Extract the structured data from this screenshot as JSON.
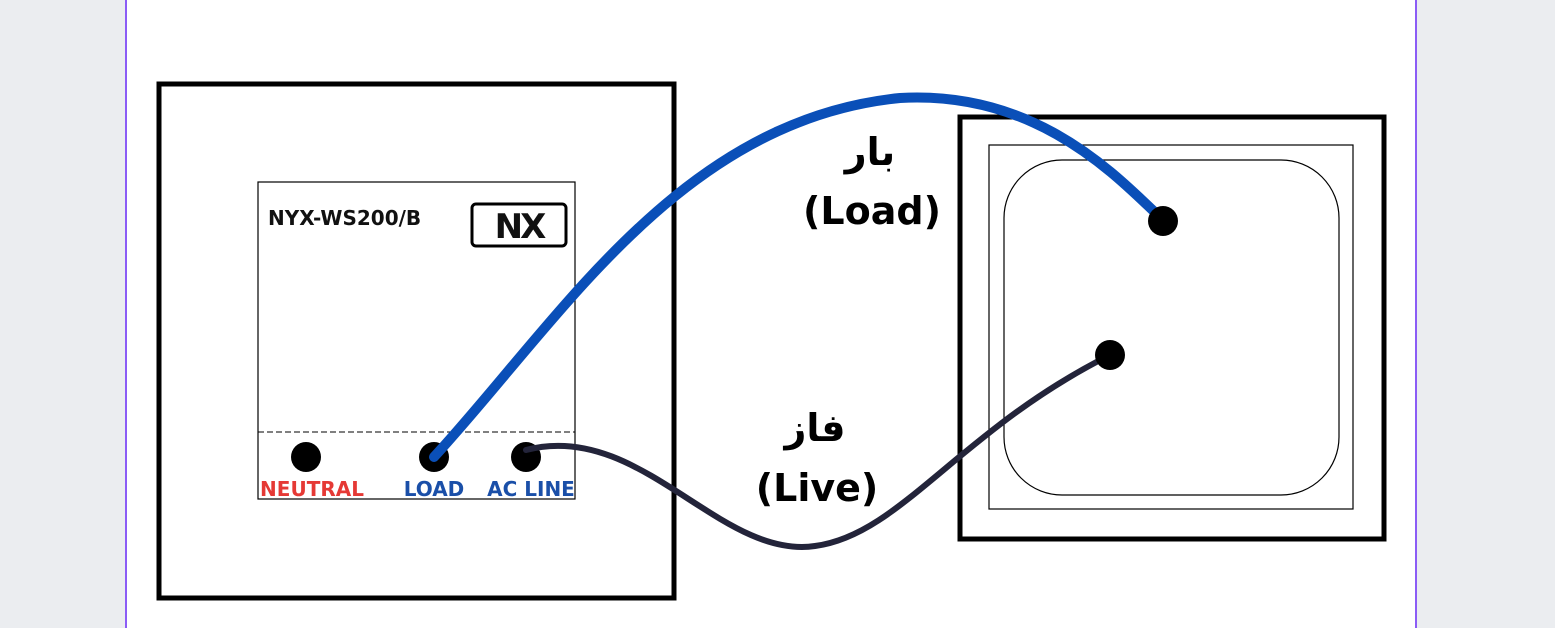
{
  "device": {
    "model": "NYX-WS200/B",
    "logo_text": "NX",
    "terminals": {
      "neutral": "NEUTRAL",
      "load": "LOAD",
      "ac_line": "AC LINE"
    }
  },
  "wires": {
    "load": {
      "label_fa": "بار",
      "label_en": "(Load)"
    },
    "live": {
      "label_fa": "فاز",
      "label_en": "(Live)"
    }
  },
  "colors": {
    "load_wire": "#0a4fb8",
    "live_wire": "#23243a",
    "neutral_label": "#e53935",
    "load_label": "#1a4fa8",
    "ac_line_label": "#1a4fa8",
    "frame_border": "#8b5cf6"
  }
}
